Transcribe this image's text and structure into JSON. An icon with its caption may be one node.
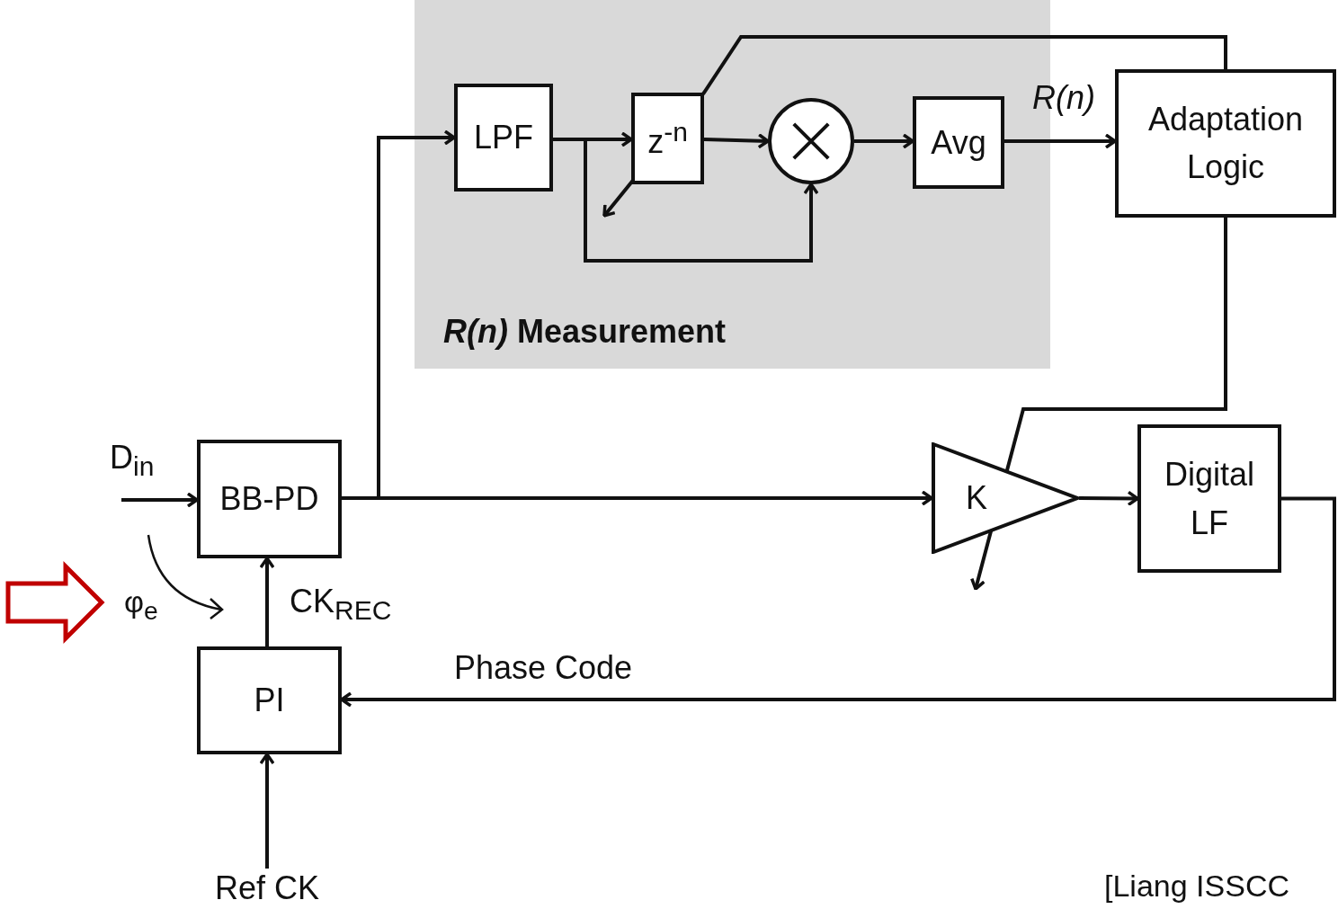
{
  "diagram": {
    "nodes": [
      {
        "text": [
          "*R(n)* Measurement"
        ]
      },
      {
        "text": [
          "LPF"
        ],
        "in": 0
      },
      {
        "text": [
          "z$^{-n}$"
        ],
        "in": 0
      },
      {
        "text": [],
        "shape": "circle",
        "in": 0
      },
      {
        "text": [
          "Avg"
        ],
        "in": 0
      },
      {
        "text": [
          "Adaptation Logic"
        ]
      },
      {
        "text": [
          "BB-PD"
        ]
      },
      {
        "text": [
          "K"
        ]
      },
      {
        "text": [
          "Digital LF"
        ]
      },
      {
        "text": [
          "PI"
        ]
      },
      {
        "text": [
          "Ref CK"
        ]
      }
    ],
    "edges": [
      {
        "from": 6,
        "to": 1,
        "arrow": "to"
      },
      {
        "from": 6,
        "to": 7,
        "arrow": "to"
      },
      {
        "from": 1,
        "to": 2,
        "arrow": "to"
      },
      {
        "from": 1,
        "to": 3,
        "arrow": "to"
      },
      {
        "from": 2,
        "to": 3,
        "arrow": "to"
      },
      {
        "from": 3,
        "to": 4,
        "arrow": "to"
      },
      {
        "from": 4,
        "to": 5,
        "arrow": "to",
        "label": "R(n)"
      },
      {
        "from": 5,
        "to": 2,
        "arrow": "to"
      },
      {
        "from": 5,
        "to": 7,
        "arrow": "to"
      },
      {
        "from": 7,
        "to": 8,
        "arrow": "to"
      },
      {
        "from": 8,
        "to": 9,
        "arrow": "to",
        "label": "Phase Code"
      },
      {
        "from": 9,
        "to": 6,
        "arrow": "to",
        "label": "CK$_{REC}$"
      },
      {
        "from": 10,
        "to": 9,
        "arrow": "to"
      },
      {
        "from": null,
        "to": 6,
        "arrow": "to"
      }
    ],
    "labels": [
      "D$_{in}$",
      "φ$_{e}$",
      "[Liang ISSCC"
    ]
  }
}
